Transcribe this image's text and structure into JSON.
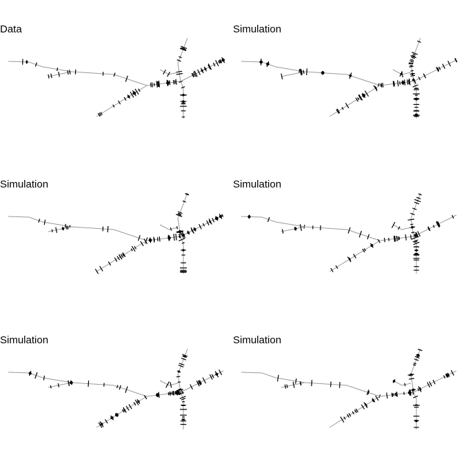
{
  "panels": [
    {
      "title": "Data"
    },
    {
      "title": "Simulation"
    },
    {
      "title": "Simulation"
    },
    {
      "title": "Simulation"
    },
    {
      "title": "Simulation"
    },
    {
      "title": "Simulation"
    }
  ]
}
